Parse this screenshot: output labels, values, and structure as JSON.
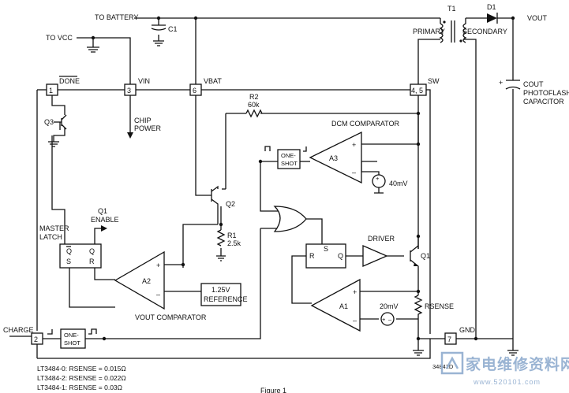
{
  "labels": {
    "to_battery": "TO BATTERY",
    "c1": "C1",
    "t1": "T1",
    "d1": "D1",
    "vout": "VOUT",
    "primary": "PRIMARY",
    "secondary": "SECONDARY",
    "to_vcc": "TO VCC",
    "cout": "COUT",
    "photoflash_1": "PHOTOFLASH",
    "photoflash_2": "CAPACITOR",
    "chip_power_1": "CHIP",
    "chip_power_2": "POWER",
    "r2": "R2",
    "r2_val": "60k",
    "dcm_comparator": "DCM COMPARATOR",
    "a3": "A3",
    "v40mv": "40mV",
    "one_shot_1": "ONE-",
    "one_shot_2": "SHOT",
    "q2": "Q2",
    "r1": "R1",
    "r1_val": "2.5k",
    "q1_enable_1": "Q1",
    "q1_enable_2": "ENABLE",
    "master_latch_1": "MASTER",
    "master_latch_2": "LATCH",
    "q3": "Q3",
    "latch_qbar": "Q",
    "latch_q": "Q",
    "latch_s": "S",
    "latch_r": "R",
    "a2": "A2",
    "ref_1": "1.25V",
    "ref_2": "REFERENCE",
    "vout_comparator": "VOUT COMPARATOR",
    "driver": "DRIVER",
    "q1": "Q1",
    "sr_r": "R",
    "sr_s": "S",
    "sr_q": "Q",
    "a1": "A1",
    "v20mv": "20mV",
    "rsense": "RSENSE",
    "charge": "CHARGE",
    "gnd": "GND",
    "plus": "+",
    "minus": "–",
    "part_code": "34841D"
  },
  "pins": {
    "done": "DONE",
    "vin": "VIN",
    "vbat": "VBAT",
    "sw": "SW",
    "gnd": "GND",
    "charge": "CHARGE",
    "p1": "1",
    "p2": "2",
    "p3": "3",
    "p6": "6",
    "p45": "4, 5",
    "p7": "7"
  },
  "notes": [
    "LT3484-0: RSENSE = 0.015Ω",
    "LT3484-2: RSENSE = 0.022Ω",
    "LT3484-1: RSENSE = 0.03Ω"
  ],
  "figure_caption": "Figure 1",
  "watermark": {
    "text": "家电维修资料网",
    "url": "www.520101.com"
  }
}
